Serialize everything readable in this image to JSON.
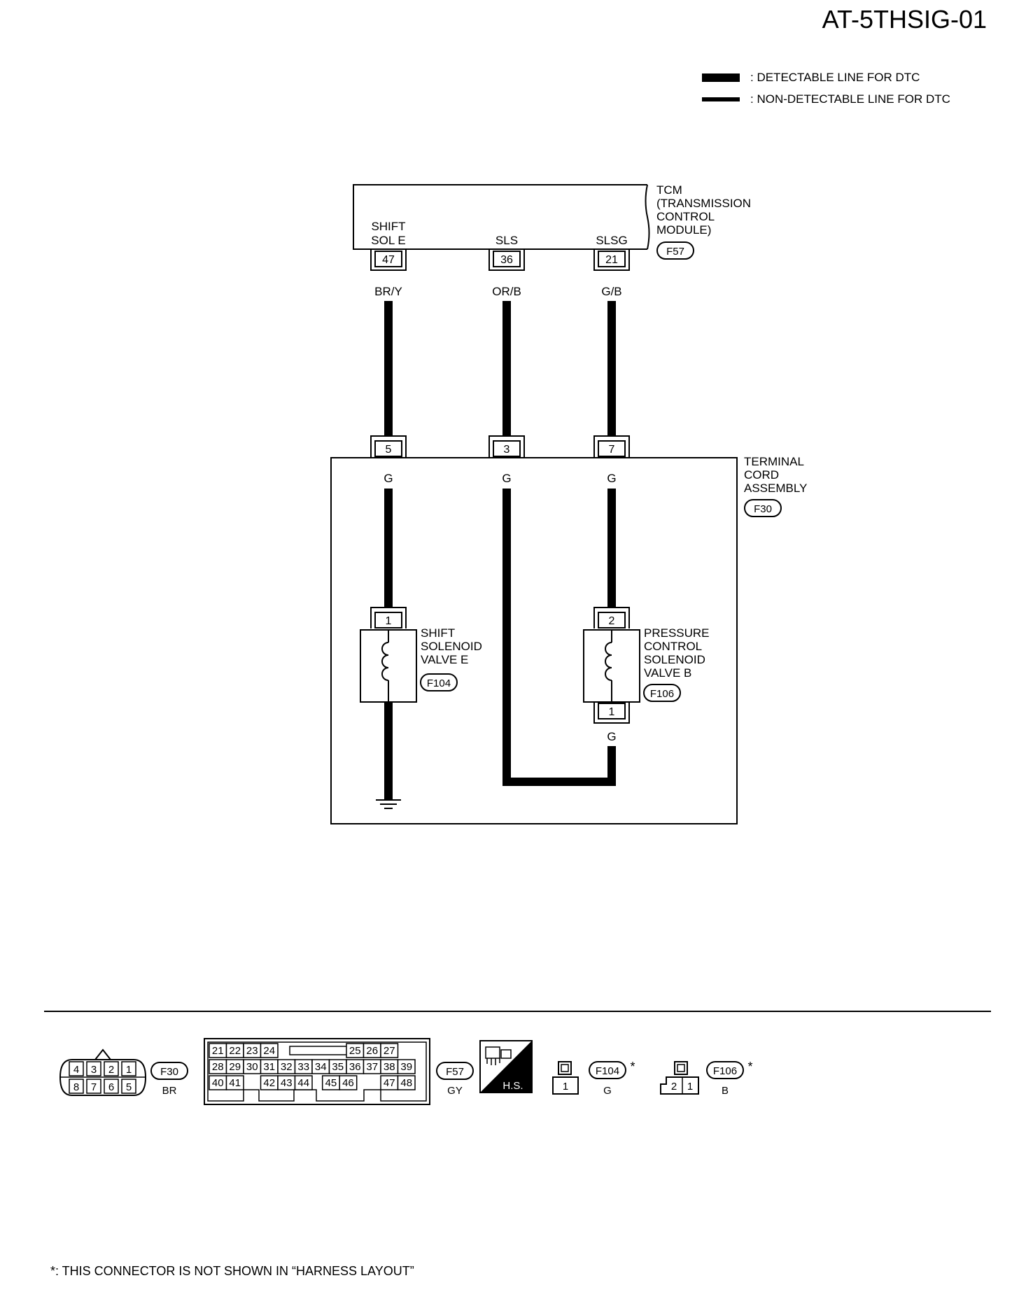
{
  "diagram_code": "AT-5THSIG-01",
  "legend": {
    "detectable": ": DETECTABLE LINE FOR DTC",
    "non_detectable": ": NON-DETECTABLE LINE FOR DTC"
  },
  "tcm": {
    "name_lines": [
      "TCM",
      "(TRANSMISSION",
      "CONTROL",
      "MODULE)"
    ],
    "connector": "F57",
    "terminals": [
      {
        "label_lines": [
          "SHIFT",
          "SOL E"
        ],
        "pin": "47",
        "wire": "BR/Y"
      },
      {
        "label_lines": [
          "SLS"
        ],
        "pin": "36",
        "wire": "OR/B"
      },
      {
        "label_lines": [
          "SLSG"
        ],
        "pin": "21",
        "wire": "G/B"
      }
    ]
  },
  "terminal_cord": {
    "name_lines": [
      "TERMINAL",
      "CORD",
      "ASSEMBLY"
    ],
    "connector": "F30",
    "pins": [
      {
        "pin": "5",
        "wire": "G"
      },
      {
        "pin": "3",
        "wire": "G"
      },
      {
        "pin": "7",
        "wire": "G"
      }
    ]
  },
  "shift_valve": {
    "name_lines": [
      "SHIFT",
      "SOLENOID",
      "VALVE E"
    ],
    "connector": "F104",
    "pin": "1"
  },
  "pressure_valve": {
    "name_lines": [
      "PRESSURE",
      "CONTROL",
      "SOLENOID",
      "VALVE B"
    ],
    "connector": "F106",
    "pin_top": "2",
    "pin_bottom": "1",
    "out_wire": "G"
  },
  "connector_views": {
    "f30": {
      "pins_top": [
        "4",
        "3",
        "2",
        "1"
      ],
      "pins_bottom": [
        "8",
        "7",
        "6",
        "5"
      ],
      "code": "F30",
      "color": "BR"
    },
    "f57": {
      "row1": [
        "21",
        "22",
        "23",
        "24",
        "25",
        "26",
        "27"
      ],
      "row2": [
        "28",
        "29",
        "30",
        "31",
        "32",
        "33",
        "34",
        "35",
        "36",
        "37",
        "38",
        "39"
      ],
      "row3": [
        "40",
        "41",
        "42",
        "43",
        "44",
        "45",
        "46",
        "47",
        "48"
      ],
      "code": "F57",
      "color": "GY"
    },
    "hs_label": "H.S.",
    "f104": {
      "pin": "1",
      "code": "F104",
      "color": "G",
      "star": "*"
    },
    "f106": {
      "pins": [
        "2",
        "1"
      ],
      "code": "F106",
      "color": "B",
      "star": "*"
    }
  },
  "footnote": "*: THIS CONNECTOR IS NOT SHOWN IN “HARNESS LAYOUT”"
}
